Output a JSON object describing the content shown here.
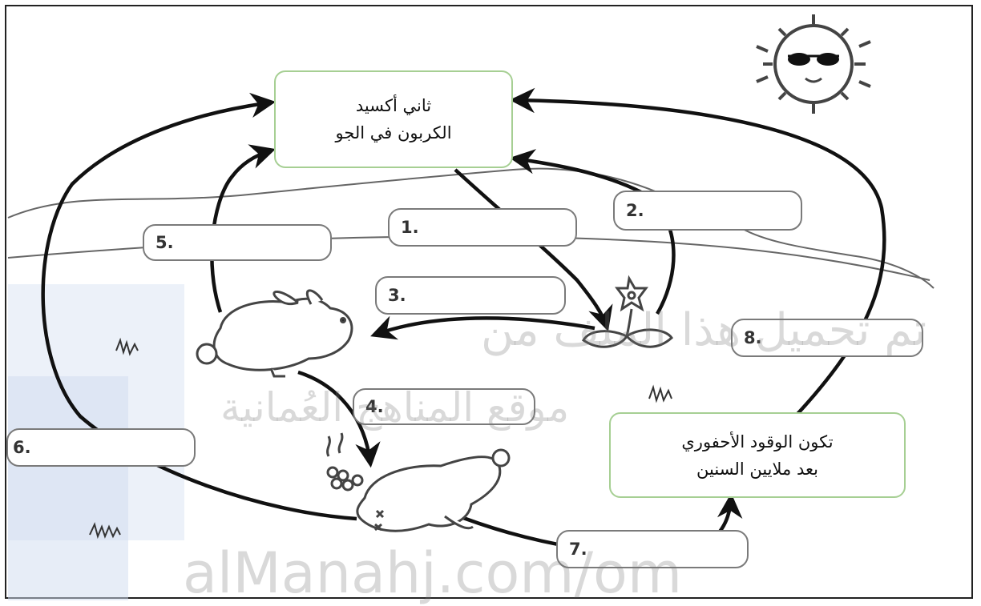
{
  "center_box": {
    "line1": "ثاني أكسيد",
    "line2": "الكربون في الجو"
  },
  "fossil_box": {
    "line1": "تكون الوقود الأحفوري",
    "line2": "بعد ملايين السنين"
  },
  "blank_labels": [
    {
      "number": "1."
    },
    {
      "number": "2."
    },
    {
      "number": "3."
    },
    {
      "number": "4."
    },
    {
      "number": "5."
    },
    {
      "number": "6."
    },
    {
      "number": "7."
    },
    {
      "number": "8."
    }
  ],
  "watermark": {
    "line1": "تم تحميل هذا الملف من",
    "line2": "موقع المناهج العُمانية",
    "site": "alManahj.com/om"
  },
  "icons": [
    "sun-with-sunglasses-icon",
    "flower-icon",
    "rabbit-icon",
    "dead-animal-icon",
    "grass-tuft-icon",
    "cycle-arrow-icon"
  ]
}
